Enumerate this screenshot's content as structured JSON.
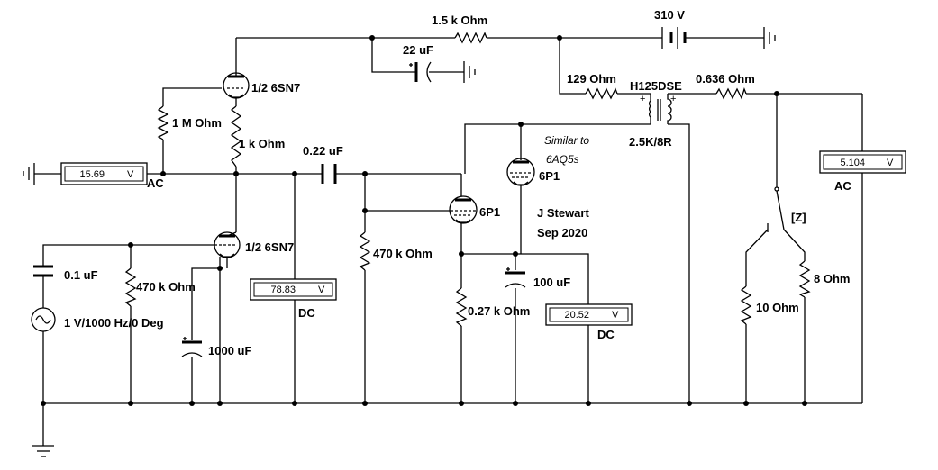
{
  "labels": {
    "r_1k5": "1.5 k Ohm",
    "v_310": "310 V",
    "c_22u": "22 uF",
    "tube_top": "1/2 6SN7",
    "r_1meg": "1 M Ohm",
    "r_1k": "1 k Ohm",
    "c_022": "0.22 uF",
    "r_129": "129  Ohm",
    "xfmr_name": "H125DSE",
    "r_0636": "0.636  Ohm",
    "xfmr_ratio": "2.5K/8R",
    "note_line1": "Similar to",
    "note_line2": "6AQ5s",
    "tube_6p1_upper": "6P1",
    "tube_6p1_lower": "6P1",
    "author": "J Stewart",
    "date": "Sep 2020",
    "tube_bottom": "1/2 6SN7",
    "c_01u": "0.1 uF",
    "r_470k_left": "470 k Ohm",
    "r_470k_mid": "470 k Ohm",
    "c_100u": "100 uF",
    "r_027k": "0.27 k Ohm",
    "source": "1 V/1000 Hz/0 Deg",
    "c_1000u": "1000 uF",
    "r_10": "10  Ohm",
    "r_8": "8  Ohm",
    "switch_key": "[Z]"
  },
  "meters": {
    "input": {
      "value": "15.69",
      "unit": "V",
      "mode": "AC"
    },
    "cathode": {
      "value": "78.83",
      "unit": "V",
      "mode": "DC"
    },
    "bias": {
      "value": "20.52",
      "unit": "V",
      "mode": "DC"
    },
    "output": {
      "value": "5.104",
      "unit": "V",
      "mode": "AC"
    }
  }
}
